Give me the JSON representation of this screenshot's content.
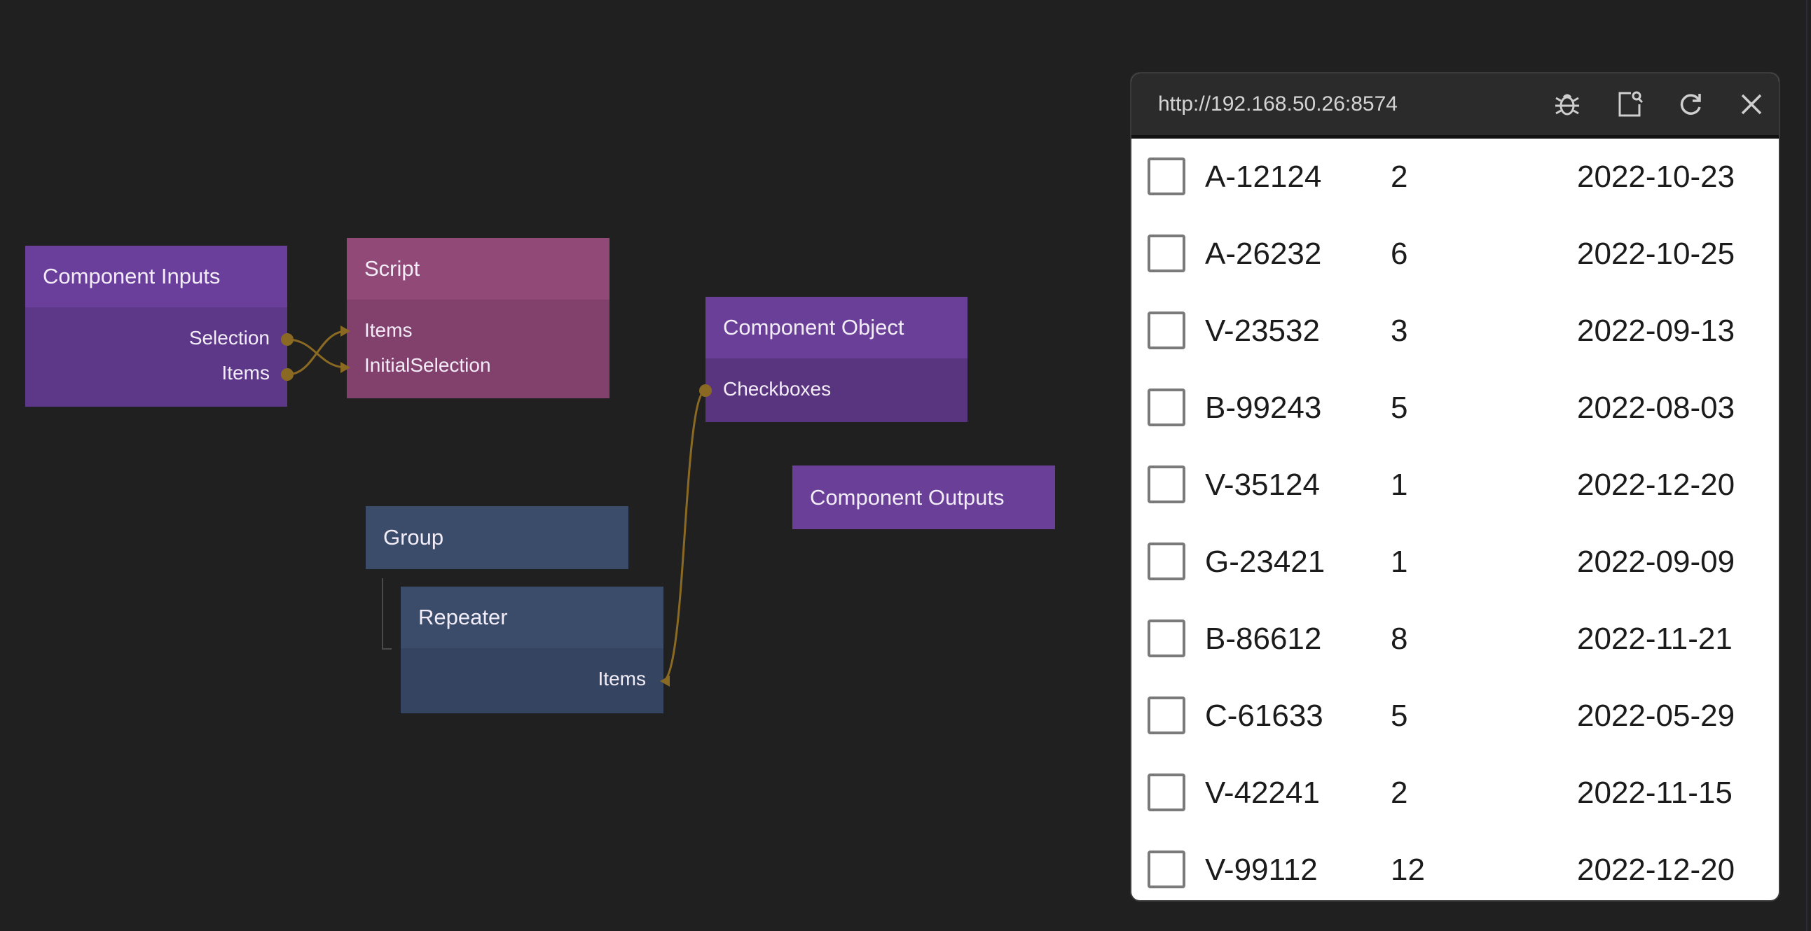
{
  "graph": {
    "component_inputs": {
      "title": "Component Inputs",
      "ports": [
        "Selection",
        "Items"
      ]
    },
    "script": {
      "title": "Script",
      "ports": [
        "Items",
        "InitialSelection"
      ]
    },
    "component_object": {
      "title": "Component Object",
      "ports": [
        "Checkboxes"
      ]
    },
    "component_outputs": {
      "title": "Component Outputs"
    },
    "group": {
      "title": "Group"
    },
    "repeater": {
      "title": "Repeater",
      "ports": [
        "Items"
      ]
    }
  },
  "colors": {
    "canvas": "#202020",
    "component_node": "#6a3f9b",
    "script_node": "#914a77",
    "visual_node": "#3b4c6b",
    "wire": "#8a6a22"
  },
  "preview": {
    "url": "http://192.168.50.26:8574",
    "toolbar_icons": [
      "bug-icon",
      "inspect-icon",
      "refresh-icon",
      "close-icon"
    ],
    "rows": [
      {
        "id": "A-12124",
        "qty": "2",
        "date": "2022-10-23",
        "checked": false
      },
      {
        "id": "A-26232",
        "qty": "6",
        "date": "2022-10-25",
        "checked": false
      },
      {
        "id": "V-23532",
        "qty": "3",
        "date": "2022-09-13",
        "checked": false
      },
      {
        "id": "B-99243",
        "qty": "5",
        "date": "2022-08-03",
        "checked": false
      },
      {
        "id": "V-35124",
        "qty": "1",
        "date": "2022-12-20",
        "checked": false
      },
      {
        "id": "G-23421",
        "qty": "1",
        "date": "2022-09-09",
        "checked": false
      },
      {
        "id": "B-86612",
        "qty": "8",
        "date": "2022-11-21",
        "checked": false
      },
      {
        "id": "C-61633",
        "qty": "5",
        "date": "2022-05-29",
        "checked": false
      },
      {
        "id": "V-42241",
        "qty": "2",
        "date": "2022-11-15",
        "checked": false
      },
      {
        "id": "V-99112",
        "qty": "12",
        "date": "2022-12-20",
        "checked": false
      }
    ]
  }
}
